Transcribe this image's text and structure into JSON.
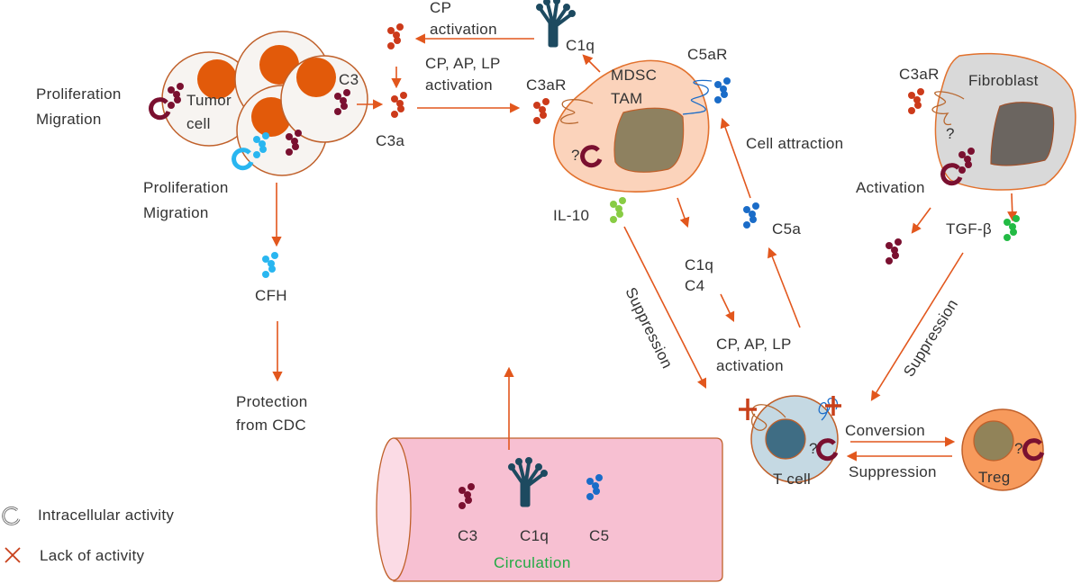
{
  "colors": {
    "arrow": "#e2571d",
    "c3_dark": "#7a1030",
    "c3a_red": "#cc3a1a",
    "c5_blue": "#1a6cc8",
    "cfh_cyan": "#29b6f0",
    "il10_green": "#88cc44",
    "tgfb_green": "#22bb44",
    "tumor_nucleus": "#e25a0a",
    "mdsc_fill": "#fbd3bb",
    "fibroblast_fill": "#d9d9d9",
    "tcell_fill": "#c5d9e3",
    "treg_fill": "#f79a5c",
    "vessel_fill": "#f7c0d2",
    "c1q_color": "#1d4a60",
    "circulation_text": "#22aa44"
  },
  "labels": {
    "prolif_1_line1": "Proliferation",
    "prolif_1_line2": "Migration",
    "prolif_2_line1": "Proliferation",
    "prolif_2_line2": "Migration",
    "tumor_line1": "Tumor",
    "tumor_line2": "cell",
    "tumor_c3": "C3",
    "c3a": "C3a",
    "cp_activation_line1": "CP",
    "cp_activation_line2": "activation",
    "cpaplp_top_line1": "CP, AP, LP",
    "cpaplp_top_line2": "activation",
    "c1q_top": "C1q",
    "mdsc_c3ar": "C3aR",
    "mdsc_line1": "MDSC",
    "mdsc_line2": "TAM",
    "mdsc_c5ar": "C5aR",
    "mdsc_question": "?",
    "cell_attraction": "Cell attraction",
    "fibro_c3ar": "C3aR",
    "fibroblast": "Fibroblast",
    "fibro_question": "?",
    "activation": "Activation",
    "tgfb": "TGF-β",
    "il10": "IL-10",
    "c5a": "C5a",
    "c1q_mid": "C1q",
    "c4_mid": "C4",
    "cpaplp_mid_line1": "CP, AP, LP",
    "cpaplp_mid_line2": "activation",
    "suppression_left": "Suppression",
    "suppression_right": "Suppression",
    "cfh": "CFH",
    "protection_line1": "Protection",
    "protection_line2": "from CDC",
    "tcell": "T cell",
    "tcell_question": "?",
    "conversion": "Conversion",
    "suppression_bottom": "Suppression",
    "treg": "Treg",
    "treg_question": "?",
    "vessel_c3": "C3",
    "vessel_c1q": "C1q",
    "vessel_c5": "C5",
    "circulation": "Circulation"
  },
  "legend": {
    "items": [
      {
        "icon": "cycle-arrow-icon",
        "label": "Intracellular activity"
      },
      {
        "icon": "cross-icon",
        "label": "Lack of activity"
      }
    ]
  }
}
